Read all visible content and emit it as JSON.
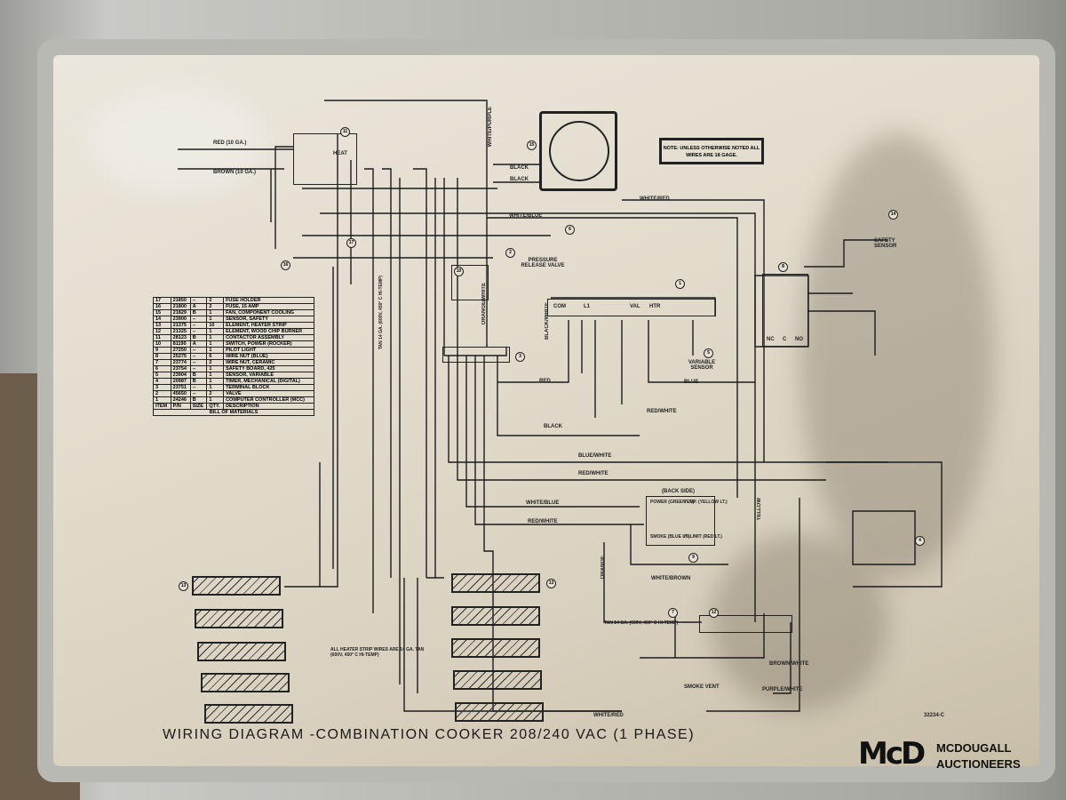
{
  "title": "WIRING DIAGRAM -COMBINATION COOKER 208/240 VAC (1 PHASE)",
  "note": "NOTE: UNLESS OTHERWISE NOTED ALL WIRES ARE 18 GAGE.",
  "drawing_number": "32234-C",
  "logo": {
    "mark": "McD",
    "line1": "MCDOUGALL",
    "line2": "AUCTIONEERS"
  },
  "bom": {
    "caption": "BILL OF MATERIALS",
    "headers": [
      "ITEM",
      "P/N",
      "SIZE",
      "QTY.",
      "DESCRIPTION"
    ],
    "rows": [
      [
        "17",
        "21850",
        "--",
        "2",
        "FUSE HOLDER"
      ],
      [
        "16",
        "21800",
        "A",
        "2",
        "FUSE, 15 AMP"
      ],
      [
        "15",
        "21829",
        "B",
        "1",
        "FAN, COMPONENT COOLING"
      ],
      [
        "14",
        "23900",
        "--",
        "1",
        "SENSOR, SAFETY"
      ],
      [
        "13",
        "21375",
        "--",
        "10",
        "ELEMENT, HEATER STRIP"
      ],
      [
        "12",
        "21325",
        "--",
        "1",
        "ELEMENT, WOOD CHIP BURNER"
      ],
      [
        "11",
        "28123",
        "B",
        "1",
        "CONTACTOR ASSEMBLY"
      ],
      [
        "10",
        "81190",
        "A",
        "1",
        "SWITCH, POWER (ROCKER)"
      ],
      [
        "9",
        "27250",
        "--",
        "1",
        "PILOT LIGHT"
      ],
      [
        "8",
        "25275",
        "--",
        "6",
        "WIRE NUT (BLUE)"
      ],
      [
        "7",
        "23774",
        "--",
        "2",
        "WIRE NUT, CERAMIC"
      ],
      [
        "6",
        "23754",
        "--",
        "1",
        "SAFETY BOARD, 425"
      ],
      [
        "5",
        "23904",
        "B",
        "1",
        "SENSOR, VARIABLE"
      ],
      [
        "4",
        "20987",
        "B",
        "1",
        "TIMER, MECHANICAL (DIGITAL)"
      ],
      [
        "3",
        "23751",
        "--",
        "1",
        "TERMINAL BLOCK"
      ],
      [
        "2",
        "45650",
        "--",
        "2",
        "VALVE"
      ],
      [
        "1",
        "24246",
        "B",
        "1",
        "COMPUTER CONTROLLER (MCC)"
      ]
    ]
  },
  "labels": {
    "white_purple": "WHITE/PURPLE",
    "black1": "BLACK",
    "black2": "BLACK",
    "white_red": "WHITE/RED",
    "white_blue": "WHITE/BLUE",
    "pressure": "PRESSURE RELEASE VALVE",
    "orange_white": "ORANGE/WHITE",
    "black_white": "BLACK/WHITE",
    "red": "RED",
    "blue": "BLUE",
    "red_white": "RED/WHITE",
    "black3": "BLACK",
    "blue_white": "BLUE/WHITE",
    "red_white2": "RED/WHITE",
    "white_blue2": "WHITE/BLUE",
    "red_white3": "RED/WHITE",
    "variable_sensor": "VARIABLE SENSOR",
    "safety_sensor": "SAFETY SENSOR",
    "heat": "HEAT",
    "brown": "BROWN (10 GA.)",
    "red_in": "RED (10 GA.)",
    "white_brown": "WHITE/BROWN",
    "brown_white": "BROWN/WHITE",
    "purple_white": "PURPLE/WHITE",
    "orange": "ORANGE",
    "white_red2": "WHITE/RED",
    "yellow": "YELLOW",
    "smoke_vent": "SMOKE VENT",
    "tan_wire": "TAN 14 GA. (600V, 450° C HI-TEMP)",
    "heater_note": "ALL HEATER STRIP WIRES ARE 14 GA. TAN (600V, 450° C HI-TEMP)",
    "back_side": "(BACK SIDE)",
    "power_lt": "POWER (GREEN LT.)",
    "temp_lt": "TEMP. (YELLOW LT.)",
    "smoke_lt": "SMOKE (BLUE LT.)",
    "hilimit_lt": "HI-LIMIT (RED LT.)",
    "com": "COM",
    "l1": "L1",
    "val": "VAL",
    "htr": "HTR",
    "nc": "NC",
    "c": "C",
    "no": "NO"
  },
  "callouts": {
    "n11": "11",
    "n15": "15",
    "n16": "16",
    "n17": "17",
    "n10": "10",
    "n2": "2",
    "n6": "6",
    "n1": "1",
    "n3": "3",
    "n5": "5",
    "n8": "8",
    "n14": "14",
    "n9": "9",
    "n4": "4",
    "n12": "12",
    "n13": "13",
    "n7": "7"
  }
}
